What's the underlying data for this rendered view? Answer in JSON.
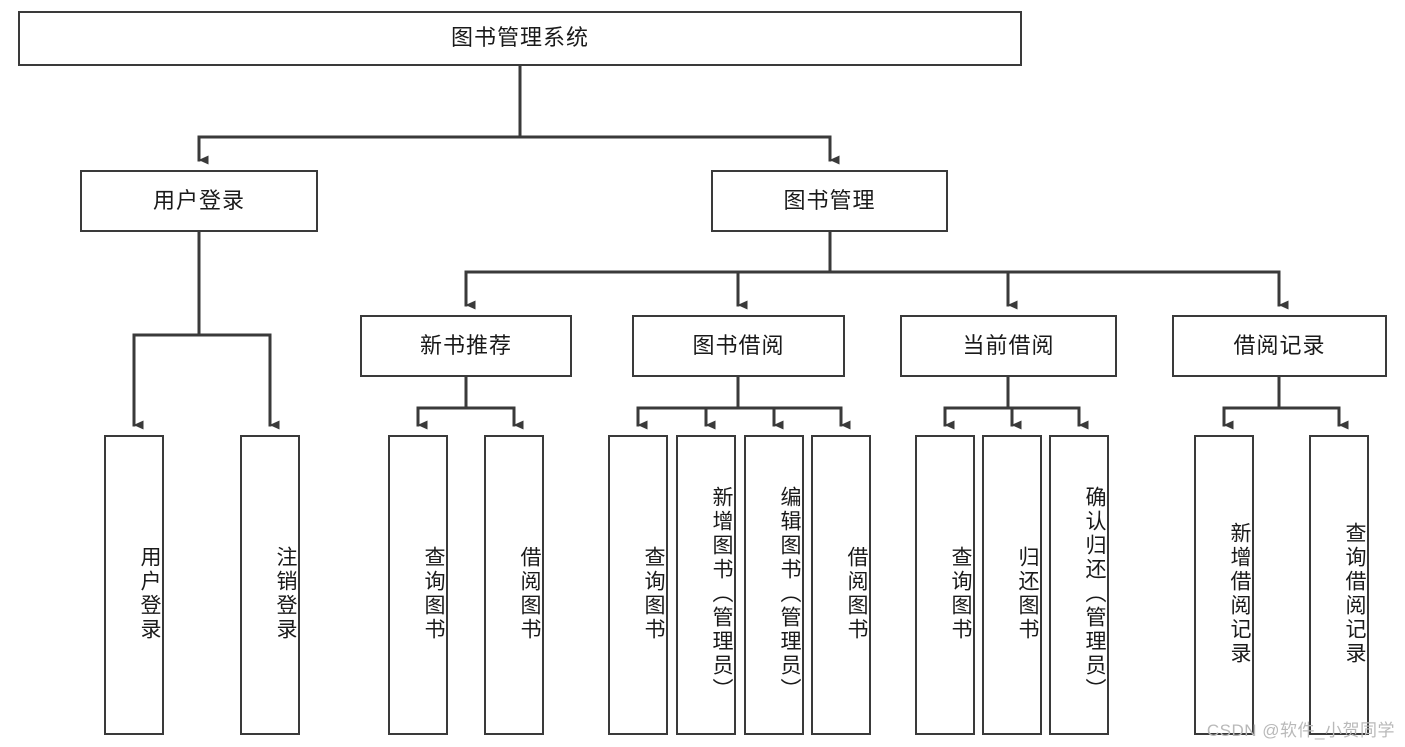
{
  "diagram": {
    "title": "图书管理系统",
    "type": "tree",
    "colors": {
      "box_border": "#3a3a3a",
      "box_fill": "#ffffff",
      "edge": "#3a3a3a",
      "text": "#1a1a1a",
      "watermark": "#b9b9b9",
      "background": "#ffffff"
    },
    "root": {
      "label": "图书管理系统"
    },
    "level2": [
      {
        "label": "用户登录"
      },
      {
        "label": "图书管理"
      }
    ],
    "level3": [
      {
        "label": "新书推荐"
      },
      {
        "label": "图书借阅"
      },
      {
        "label": "当前借阅"
      },
      {
        "label": "借阅记录"
      }
    ],
    "leaves": {
      "user_login": [
        {
          "label": "用户登录"
        },
        {
          "label": "注销登录"
        }
      ],
      "new_book_recommend": [
        {
          "label": "查询图书"
        },
        {
          "label": "借阅图书"
        }
      ],
      "book_borrow": [
        {
          "label": "查询图书"
        },
        {
          "label": "新增图书（管理员）"
        },
        {
          "label": "编辑图书（管理员）"
        },
        {
          "label": "借阅图书"
        }
      ],
      "current_borrow": [
        {
          "label": "查询图书"
        },
        {
          "label": "归还图书"
        },
        {
          "label": "确认归还（管理员）"
        }
      ],
      "borrow_record": [
        {
          "label": "新增借阅记录"
        },
        {
          "label": "查询借阅记录"
        }
      ]
    }
  },
  "watermark": {
    "text": "CSDN @软件_小贺同学"
  }
}
